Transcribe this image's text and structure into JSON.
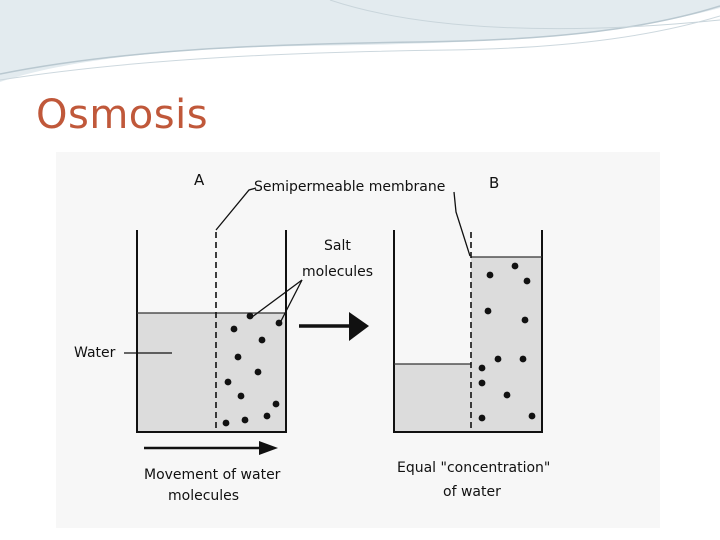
{
  "slide": {
    "title": "Osmosis"
  },
  "diagram": {
    "label_a": "A",
    "label_b": "B",
    "membrane_label": "Semipermeable membrane",
    "salt_label_line1": "Salt",
    "salt_label_line2": "molecules",
    "water_label": "Water",
    "movement_label_line1": "Movement of water",
    "movement_label_line2": "molecules",
    "equal_label_line1": "Equal \"concentration\"",
    "equal_label_line2": "of water"
  },
  "colors": {
    "title": "#c0583a",
    "water_fill": "#dcdcdc",
    "banner": "#e3ebef"
  }
}
